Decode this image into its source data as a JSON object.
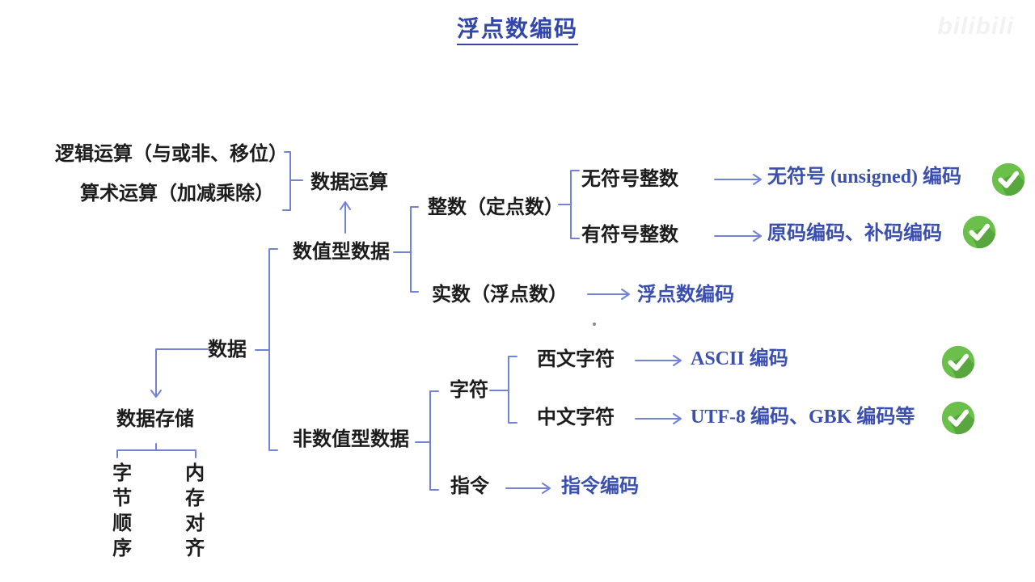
{
  "title": "浮点数编码",
  "watermark": "bilibili",
  "colors": {
    "title_blue": "#3347ab",
    "node_black": "#1c1c1c",
    "result_blue": "#3a4fae",
    "connector_blue": "#7282d4",
    "check_green": "#6bbf4b",
    "check_green_shadow": "#57a73e"
  },
  "nodes": {
    "logic_op": {
      "label": "逻辑运算（与或非、移位）"
    },
    "arith_op": {
      "label": "算术运算（加减乘除）"
    },
    "data_op": {
      "label": "数据运算"
    },
    "numeric": {
      "label": "数值型数据"
    },
    "data": {
      "label": "数据"
    },
    "data_storage": {
      "label": "数据存储"
    },
    "byte_order": {
      "label": "字节顺序"
    },
    "mem_align": {
      "label": "内存对齐"
    },
    "integer": {
      "label": "整数（定点数）"
    },
    "real": {
      "label": "实数（浮点数）"
    },
    "unsigned_int": {
      "label": "无符号整数"
    },
    "signed_int": {
      "label": "有符号整数"
    },
    "non_numeric": {
      "label": "非数值型数据"
    },
    "character": {
      "label": "字符"
    },
    "western_char": {
      "label": "西文字符"
    },
    "chinese_char": {
      "label": "中文字符"
    },
    "instruction": {
      "label": "指令"
    }
  },
  "results": {
    "unsigned_encoding": {
      "label": "无符号 (unsigned) 编码",
      "checked": true
    },
    "signed_encoding": {
      "label": "原码编码、补码编码",
      "checked": true
    },
    "float_encoding": {
      "label": "浮点数编码",
      "checked": false
    },
    "ascii_encoding": {
      "label": "ASCII 编码",
      "checked": true
    },
    "chinese_encoding": {
      "label": "UTF-8 编码、GBK 编码等",
      "checked": true
    },
    "instruction_encoding": {
      "label": "指令编码",
      "checked": false
    }
  }
}
